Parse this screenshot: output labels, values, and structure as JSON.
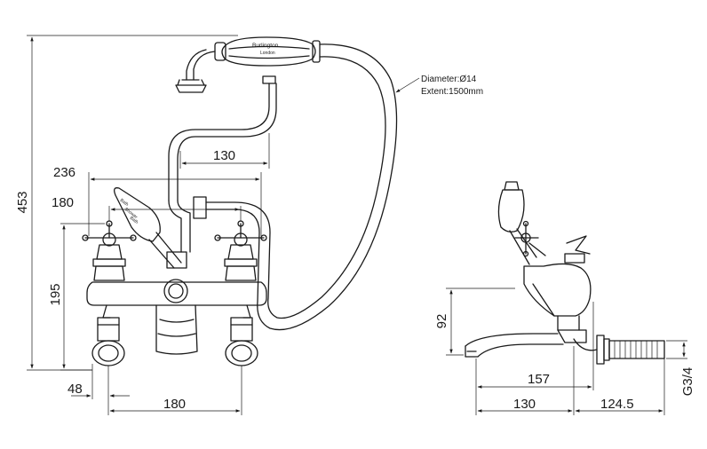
{
  "dimensions": {
    "overall_height": "453",
    "handset_offset": "130",
    "overall_width": "236",
    "top_width": "180",
    "body_height": "195",
    "base_offset": "48",
    "base_centres": "180",
    "spout_height": "92",
    "side_projection": "157",
    "side_depth": "130",
    "tail_length": "124.5",
    "thread": "G3/4"
  },
  "hose_note": {
    "diameter": "Diameter:Ø14",
    "extent": "Extent:1500mm"
  },
  "branding": {
    "name": "Burlington",
    "city": "London"
  },
  "lever_text": {
    "line1": "Bath",
    "line2": "Shower",
    "line3": "Bath"
  }
}
